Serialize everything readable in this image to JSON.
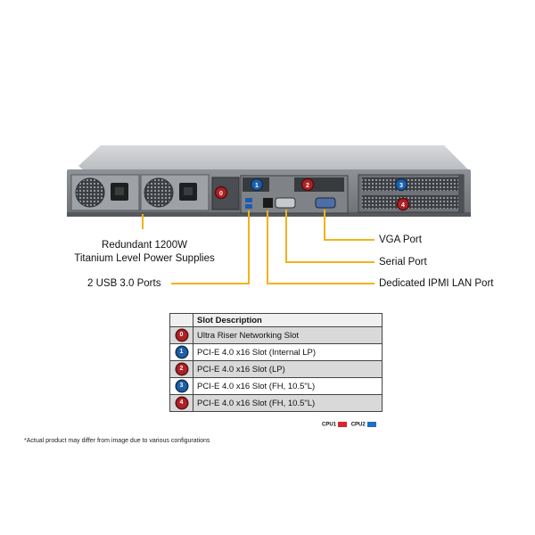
{
  "callouts": {
    "power_supplies_line1": "Redundant 1200W",
    "power_supplies_line2": "Titanium Level Power Supplies",
    "usb_ports": "2 USB 3.0 Ports",
    "vga_port": "VGA Port",
    "serial_port": "Serial Port",
    "ipmi_port": "Dedicated IPMI LAN Port"
  },
  "chassis_badges": [
    {
      "label": "0",
      "color": "#b02024"
    },
    {
      "label": "1",
      "color": "#1d5ea8"
    },
    {
      "label": "2",
      "color": "#b02024"
    },
    {
      "label": "3",
      "color": "#1d5ea8"
    },
    {
      "label": "4",
      "color": "#b02024"
    }
  ],
  "slot_table": {
    "header": "Slot Description",
    "rows": [
      {
        "badge": "0",
        "color": "red",
        "description": "Ultra Riser Networking Slot"
      },
      {
        "badge": "1",
        "color": "blue",
        "description": "PCI-E 4.0 x16 Slot (Internal LP)"
      },
      {
        "badge": "2",
        "color": "red",
        "description": "PCI-E 4.0 x16 Slot (LP)"
      },
      {
        "badge": "3",
        "color": "blue",
        "description": "PCI-E 4.0 x16 Slot (FH, 10.5\"L)"
      },
      {
        "badge": "4",
        "color": "red",
        "description": "PCI-E 4.0 x16 Slot (FH, 10.5\"L)"
      }
    ]
  },
  "cpu_legend": {
    "cpu1_label": "CPU1",
    "cpu1_color": "#d9262b",
    "cpu2_label": "CPU2",
    "cpu2_color": "#1f6fc2"
  },
  "disclaimer": "*Actual product may differ from image due to various configurations",
  "colors": {
    "leader_line": "#f2b21b",
    "badge_red": "#b02024",
    "badge_blue": "#1d5ea8"
  }
}
